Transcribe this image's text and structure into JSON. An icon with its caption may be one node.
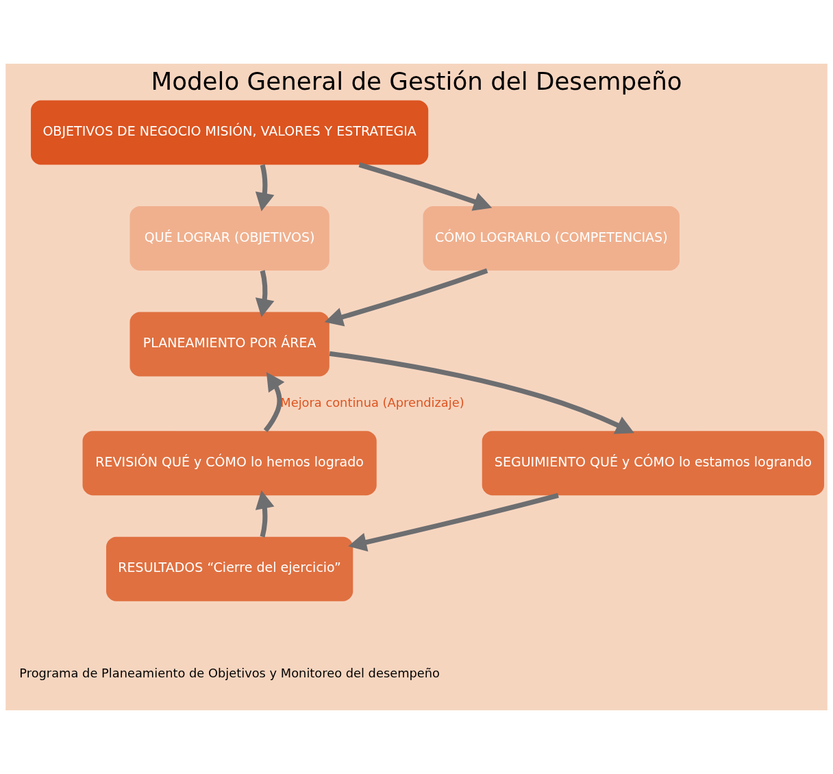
{
  "diagram": {
    "title": "Modelo General de Gestión del Desempeño",
    "caption": "Programa de Planeamiento de Objetivos y Monitoreo del desempeño",
    "nodes": [
      {
        "text": [
          "OBJETIVOS DE NEGOCIO MISIÓN, VALORES Y ESTRATEGIA"
        ]
      },
      {
        "text": [
          "QUÉ LOGRAR (OBJETIVOS)"
        ]
      },
      {
        "text": [
          "CÓMO LOGRARLO (COMPETENCIAS)"
        ]
      },
      {
        "text": [
          "PLANEAMIENTO POR ÁREA"
        ]
      },
      {
        "text": [
          "REVISIÓN QUÉ y CÓMO lo hemos logrado"
        ]
      },
      {
        "text": [
          "SEGUIMIENTO QUÉ y CÓMO lo estamos logrando"
        ]
      },
      {
        "text": [
          "RESULTADOS “Cierre del ejercicio”"
        ]
      }
    ],
    "edges": [
      {
        "from": 0,
        "to": 1,
        "arrow": "to"
      },
      {
        "from": 0,
        "to": 2,
        "arrow": "to"
      },
      {
        "from": 1,
        "to": 3,
        "arrow": "to"
      },
      {
        "from": 2,
        "to": 3,
        "arrow": "to"
      },
      {
        "from": 3,
        "to": 5,
        "arrow": "to"
      },
      {
        "from": 5,
        "to": 6,
        "arrow": "to"
      },
      {
        "from": 6,
        "to": 4,
        "arrow": "to"
      },
      {
        "from": 4,
        "to": 3,
        "arrow": "to",
        "label": "Mejora continua (Aprendizaje)"
      }
    ]
  }
}
